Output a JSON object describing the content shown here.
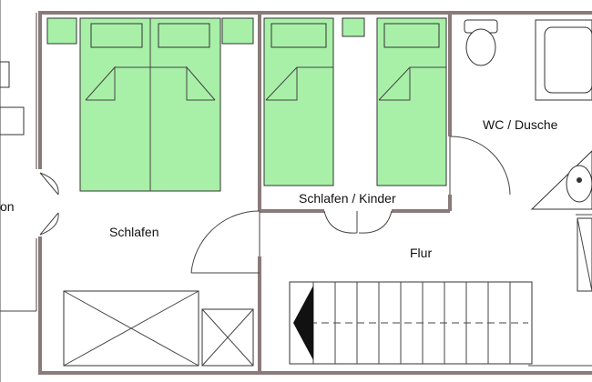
{
  "rooms": {
    "living_partial": "on",
    "bedroom": "Schlafen",
    "kids_bedroom": "Schlafen / Kinder",
    "bathroom": "WC / Dusche",
    "hallway": "Flur"
  }
}
